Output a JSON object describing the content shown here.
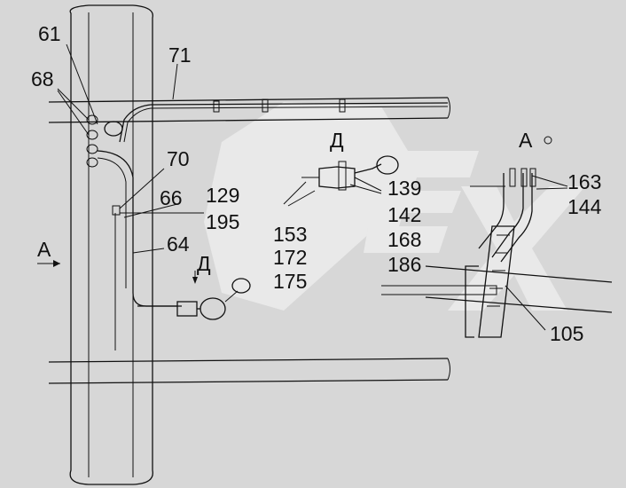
{
  "labels": {
    "l61": "61",
    "l68": "68",
    "l71": "71",
    "l70": "70",
    "l66": "66",
    "l129": "129",
    "l195": "195",
    "l64": "64",
    "l153": "153",
    "l172": "172",
    "l175": "175",
    "l139": "139",
    "l142": "142",
    "l168": "168",
    "l186": "186",
    "l163": "163",
    "l144": "144",
    "l105": "105",
    "viewA_left": "А",
    "viewA_right": "А",
    "viewD_top": "Д",
    "viewD_mid": "Д"
  },
  "colors": {
    "background": "#d7d7d7",
    "watermark": "#e9e9e9",
    "ink": "#111111"
  }
}
